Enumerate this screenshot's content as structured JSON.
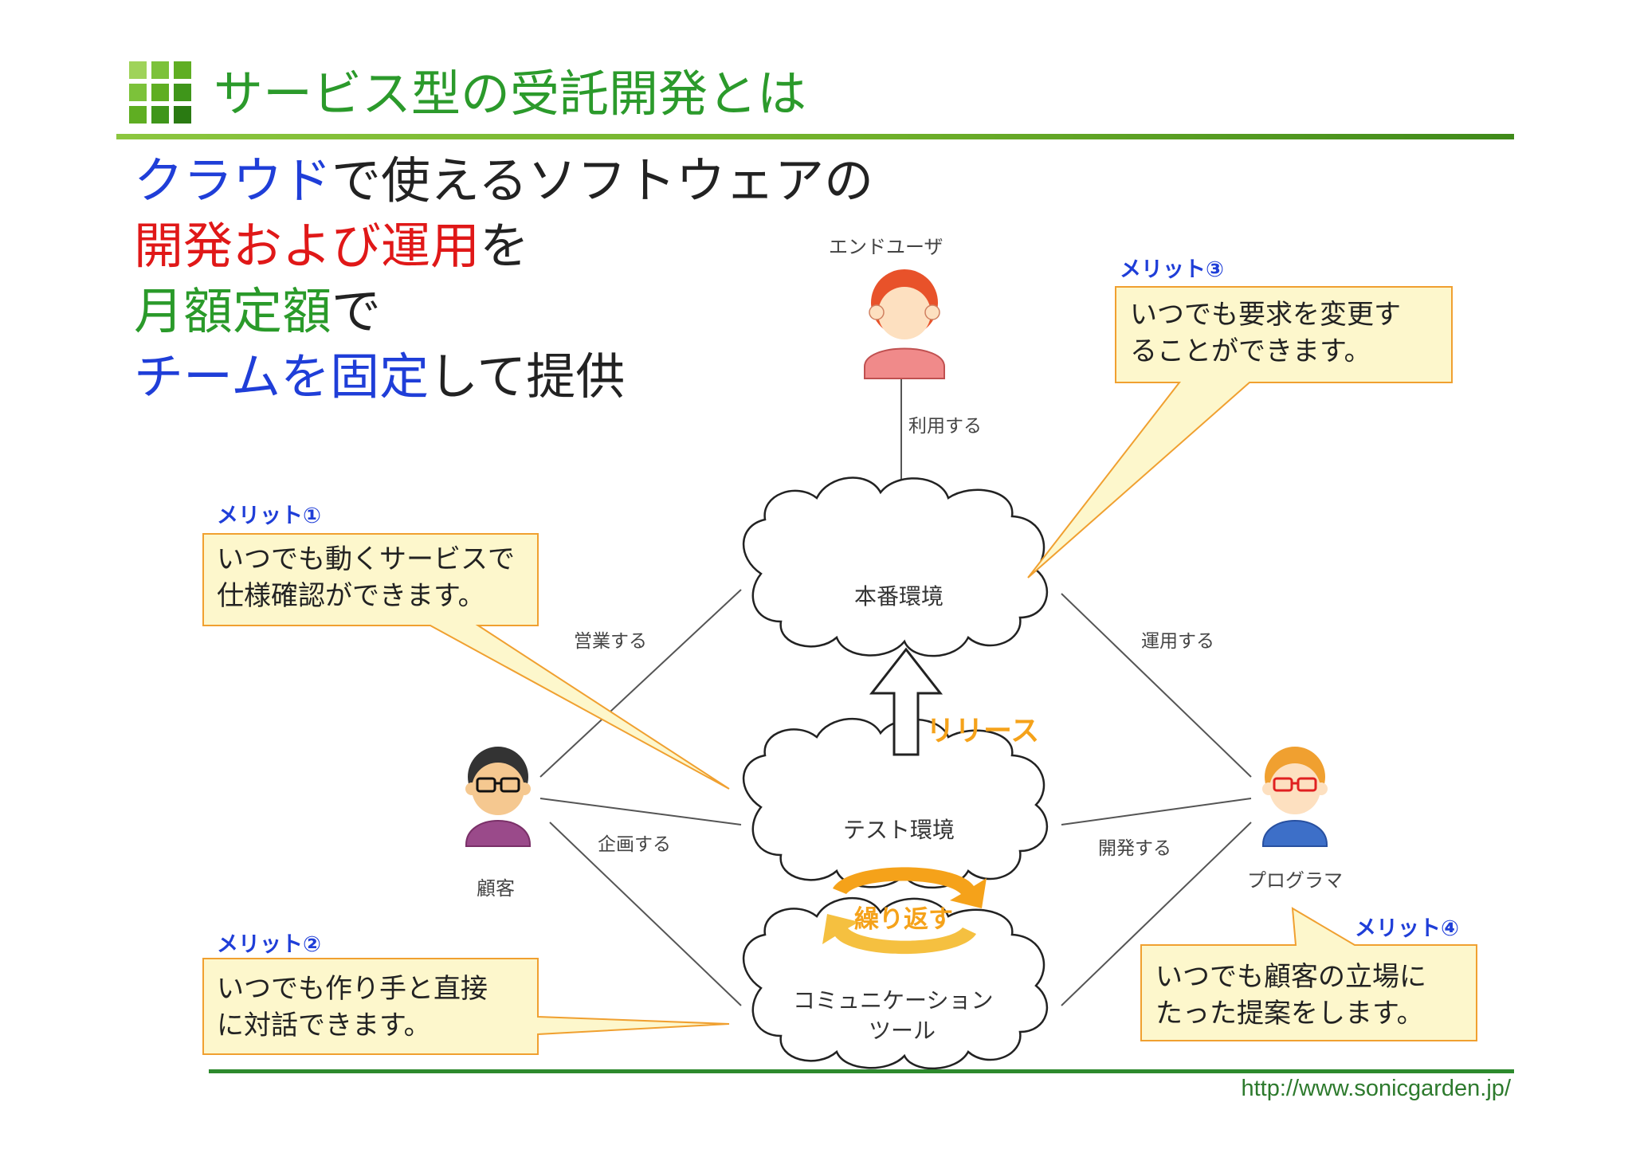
{
  "header": {
    "title": "サービス型の受託開発とは"
  },
  "headline": {
    "line1": {
      "part1": "クラウド",
      "part2": "で使えるソフトウェアの"
    },
    "line2": {
      "part1": "開発および運用",
      "part2": "を"
    },
    "line3": {
      "part1": "月額定額",
      "part2": "で"
    },
    "line4": {
      "part1": "チームを固定",
      "part2": "して提供"
    }
  },
  "diagram": {
    "nodes": {
      "end_user": "エンドユーザ",
      "customer": "顧客",
      "programmer": "プログラマ",
      "production": "本番環境",
      "test": "テスト環境",
      "comm_line1": "コミュニケーション",
      "comm_line2": "ツール"
    },
    "relations": {
      "use": "利用する",
      "sales": "営業する",
      "operate": "運用する",
      "plan": "企画する",
      "develop": "開発する"
    },
    "release_label": "リリース",
    "repeat_label": "繰り返す",
    "merits": [
      {
        "title": "メリット①",
        "line1": "いつでも動くサービスで",
        "line2": "仕様確認ができます。"
      },
      {
        "title": "メリット②",
        "line1": "いつでも作り手と直接",
        "line2": "に対話できます。"
      },
      {
        "title": "メリット③",
        "line1": "いつでも要求を変更す",
        "line2": "ることができます。"
      },
      {
        "title": "メリット④",
        "line1": "いつでも顧客の立場に",
        "line2": "たった提案をします。"
      }
    ]
  },
  "colors": {
    "title_green": "#2b9a2b",
    "accent_blue": "#1f3ed8",
    "accent_red": "#e01818",
    "accent_green": "#2a9a2a",
    "callout_fill": "#fdf7cc",
    "callout_border": "#f0a030",
    "arrow_orange": "#f5a21a"
  },
  "footer": {
    "url": "http://www.sonicgarden.jp/"
  }
}
